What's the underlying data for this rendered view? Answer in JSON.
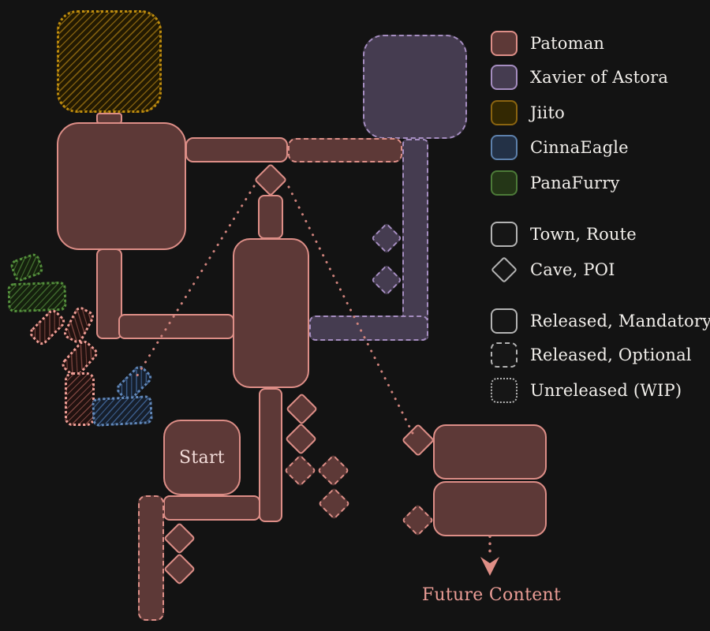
{
  "background_color": "#131313",
  "legend": {
    "creators": [
      {
        "label": "Patoman",
        "fill": "#5d3937",
        "border": "#dd8e87"
      },
      {
        "label": "Xavier of Astora",
        "fill": "#453c50",
        "border": "#a58dc0"
      },
      {
        "label": "Jiito",
        "fill": "#332802",
        "border": "#8a6410"
      },
      {
        "label": "CinnaEagle",
        "fill": "#233146",
        "border": "#5d80ab"
      },
      {
        "label": "PanaFurry",
        "fill": "#243617",
        "border": "#4c7a38"
      }
    ],
    "shapes": [
      {
        "label": "Town, Route",
        "shape": "rounded-square"
      },
      {
        "label": "Cave, POI",
        "shape": "diamond"
      }
    ],
    "styles": [
      {
        "label": "Released, Mandatory",
        "border_style": "solid"
      },
      {
        "label": "Released, Optional",
        "border_style": "dashed"
      },
      {
        "label": "Unreleased (WIP)",
        "border_style": "dotted"
      }
    ]
  },
  "map": {
    "start_label": "Start",
    "future_label": "Future Content",
    "connector_color": "#cf837c",
    "regions": [
      {
        "name": "jiito-wip-town",
        "owner": "Jiito",
        "kind": "town",
        "status": "unreleased-wip"
      },
      {
        "name": "patoman-big-town",
        "owner": "Patoman",
        "kind": "town",
        "status": "released-mandatory"
      },
      {
        "name": "patoman-top-route",
        "owner": "Patoman",
        "kind": "route",
        "status": "released-mandatory"
      },
      {
        "name": "patoman-top-route-opt",
        "owner": "Patoman",
        "kind": "route",
        "status": "released-optional"
      },
      {
        "name": "patoman-top-cave",
        "owner": "Patoman",
        "kind": "cave",
        "status": "released-mandatory"
      },
      {
        "name": "patoman-tall-town",
        "owner": "Patoman",
        "kind": "town",
        "status": "released-mandatory"
      },
      {
        "name": "xavier-town",
        "owner": "Xavier of Astora",
        "kind": "town",
        "status": "released-optional"
      },
      {
        "name": "xavier-vertical-route",
        "owner": "Xavier of Astora",
        "kind": "route",
        "status": "released-optional"
      },
      {
        "name": "xavier-horizontal-route",
        "owner": "Xavier of Astora",
        "kind": "route",
        "status": "released-optional"
      },
      {
        "name": "xavier-cave-1",
        "owner": "Xavier of Astora",
        "kind": "cave",
        "status": "released-optional"
      },
      {
        "name": "xavier-cave-2",
        "owner": "Xavier of Astora",
        "kind": "cave",
        "status": "released-optional"
      },
      {
        "name": "panafurry-wip-poi",
        "owner": "PanaFurry",
        "kind": "poi",
        "status": "unreleased-wip"
      },
      {
        "name": "panafurry-wip-route",
        "owner": "PanaFurry",
        "kind": "route",
        "status": "unreleased-wip"
      },
      {
        "name": "patoman-wip-chain",
        "owner": "Patoman",
        "kind": "poi",
        "status": "unreleased-wip"
      },
      {
        "name": "cinnaeagle-wip-poi",
        "owner": "CinnaEagle",
        "kind": "poi",
        "status": "unreleased-wip"
      },
      {
        "name": "cinnaeagle-wip-route",
        "owner": "CinnaEagle",
        "kind": "route",
        "status": "unreleased-wip"
      },
      {
        "name": "start-town",
        "owner": "Patoman",
        "kind": "town",
        "status": "released-mandatory"
      },
      {
        "name": "left-dashed-route",
        "owner": "Patoman",
        "kind": "route",
        "status": "released-optional"
      },
      {
        "name": "cave-chain-right",
        "owner": "Patoman",
        "kind": "cave",
        "status": "released-mixed"
      },
      {
        "name": "cave-chain-left",
        "owner": "Patoman",
        "kind": "cave",
        "status": "released-mandatory"
      },
      {
        "name": "future-town-upper",
        "owner": "Patoman",
        "kind": "town",
        "status": "released-mandatory"
      },
      {
        "name": "future-town-lower",
        "owner": "Patoman",
        "kind": "town",
        "status": "released-mandatory"
      }
    ]
  }
}
